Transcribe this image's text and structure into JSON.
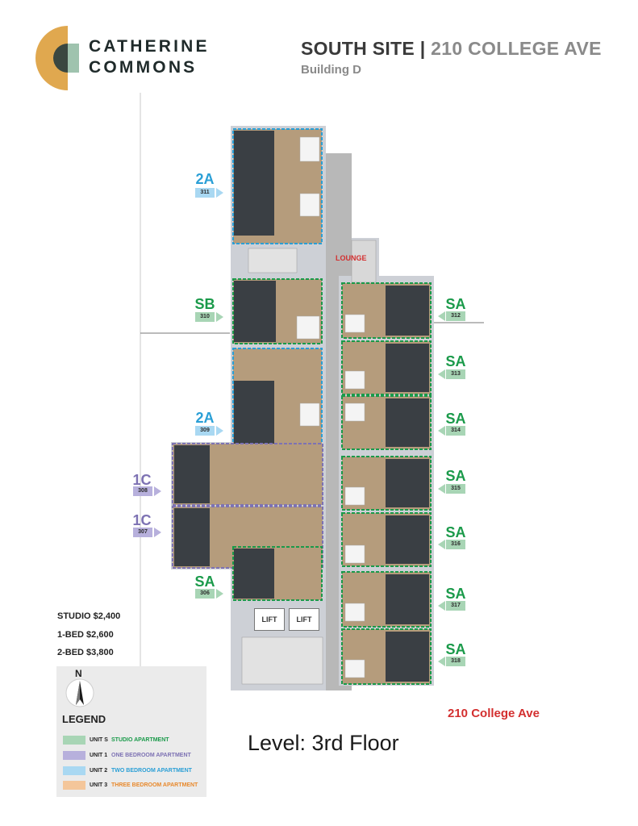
{
  "brand": {
    "line1": "CATHERINE",
    "line2": "COMMONS",
    "logo_colors": [
      "#e0a84f",
      "#3a4740",
      "#9fc3ae"
    ]
  },
  "header": {
    "site": "SOUTH SITE",
    "separator": "|",
    "address": "210 COLLEGE AVE",
    "building": "Building D"
  },
  "plan": {
    "lounge_label": "LOUNGE",
    "lift_labels": [
      "LIFT",
      "LIFT"
    ],
    "street_label": "210 College Ave",
    "level_label": "Level: 3rd Floor"
  },
  "units": [
    {
      "type": "2A",
      "number": "311",
      "color": "#2a9fd6",
      "tag_color": "#a9d8f2"
    },
    {
      "type": "SB",
      "number": "310",
      "color": "#1a9a4a",
      "tag_color": "#a8d5b5"
    },
    {
      "type": "2A",
      "number": "309",
      "color": "#2a9fd6",
      "tag_color": "#a9d8f2"
    },
    {
      "type": "1C",
      "number": "308",
      "color": "#7d72b3",
      "tag_color": "#b7b0dc"
    },
    {
      "type": "1C",
      "number": "307",
      "color": "#7d72b3",
      "tag_color": "#b7b0dc"
    },
    {
      "type": "SA",
      "number": "306",
      "color": "#1a9a4a",
      "tag_color": "#a8d5b5"
    },
    {
      "type": "SA",
      "number": "312",
      "color": "#1a9a4a",
      "tag_color": "#a8d5b5"
    },
    {
      "type": "SA",
      "number": "313",
      "color": "#1a9a4a",
      "tag_color": "#a8d5b5"
    },
    {
      "type": "SA",
      "number": "314",
      "color": "#1a9a4a",
      "tag_color": "#a8d5b5"
    },
    {
      "type": "SA",
      "number": "315",
      "color": "#1a9a4a",
      "tag_color": "#a8d5b5"
    },
    {
      "type": "SA",
      "number": "316",
      "color": "#1a9a4a",
      "tag_color": "#a8d5b5"
    },
    {
      "type": "SA",
      "number": "317",
      "color": "#1a9a4a",
      "tag_color": "#a8d5b5"
    },
    {
      "type": "SA",
      "number": "318",
      "color": "#1a9a4a",
      "tag_color": "#a8d5b5"
    }
  ],
  "prices": [
    "STUDIO $2,400",
    "1-BED $2,600",
    "2-BED $3,800"
  ],
  "legend": {
    "north": "N",
    "title": "LEGEND",
    "items": [
      {
        "unit": "UNIT S",
        "desc": "STUDIO APARTMENT",
        "swatch": "#a8d5b5",
        "color": "#1a9a4a"
      },
      {
        "unit": "UNIT 1",
        "desc": "ONE BEDROOM APARTMENT",
        "swatch": "#b7b0dc",
        "color": "#7d72b3"
      },
      {
        "unit": "UNIT 2",
        "desc": "TWO BEDROOM APARTMENT",
        "swatch": "#a9d8f2",
        "color": "#2a9fd6"
      },
      {
        "unit": "UNIT 3",
        "desc": "THREE BEDROOM APARTMENT",
        "swatch": "#f4c69a",
        "color": "#e8882b"
      }
    ]
  }
}
